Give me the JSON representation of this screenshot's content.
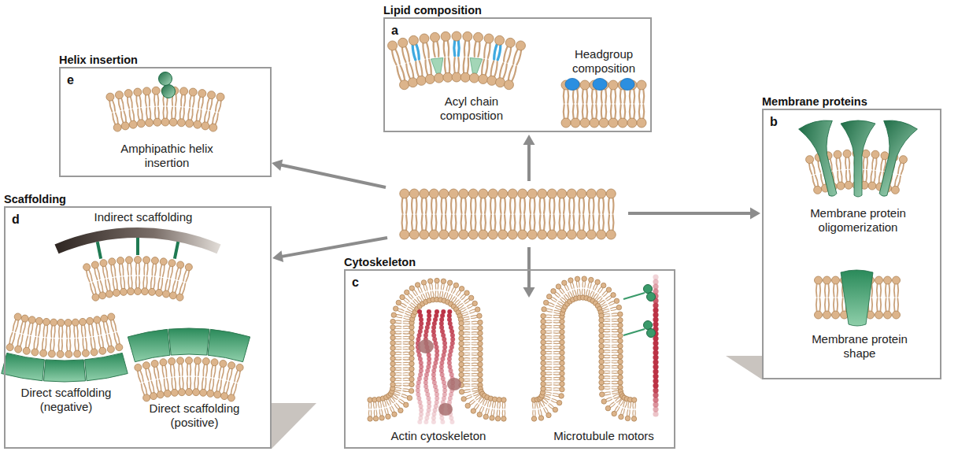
{
  "diagram": {
    "nodes": [
      {
        "text": [
          "Lipid composition",
          "a",
          "Acyl chain composition",
          "Headgroup composition"
        ]
      },
      {
        "text": [
          "Helix insertion",
          "e",
          "Amphipathic helix insertion"
        ]
      },
      {
        "text": [
          "Membrane proteins",
          "b",
          "Membrane protein oligomerization",
          "Membrane protein shape"
        ]
      },
      {
        "text": [
          "Scaffolding",
          "d",
          "Indirect scaffolding",
          "Direct scaffolding (negative)",
          "Direct scaffolding (positive)"
        ]
      },
      {
        "text": [
          "Cytoskeleton",
          "c",
          "Actin cytoskeleton",
          "Microtubule motors"
        ]
      }
    ]
  }
}
